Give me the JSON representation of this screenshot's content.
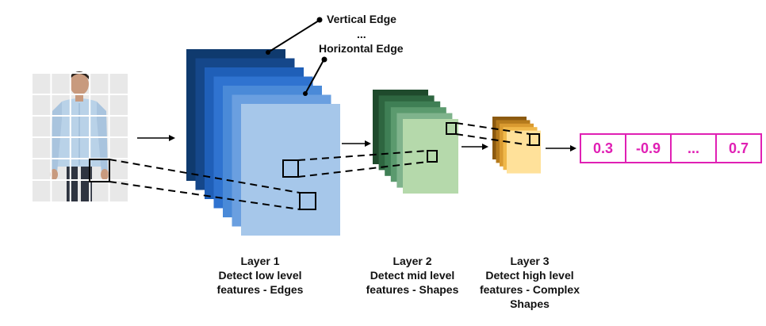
{
  "edge_labels": {
    "vertical": "Vertical Edge",
    "ellipsis": "...",
    "horizontal": "Horizontal Edge"
  },
  "layers": [
    {
      "title": "Layer 1",
      "line1": "Detect low level",
      "line2": "features - Edges",
      "line3": ""
    },
    {
      "title": "Layer 2",
      "line1": "Detect mid level",
      "line2": "features - Shapes",
      "line3": ""
    },
    {
      "title": "Layer 3",
      "line1": "Detect high level",
      "line2": "features - Complex",
      "line3": "Shapes"
    }
  ],
  "output_vector": [
    "0.3",
    "-0.9",
    "...",
    "0.7"
  ],
  "colors": {
    "layer1": [
      "#0f3a6e",
      "#15478a",
      "#1f5fb8",
      "#2f73d0",
      "#4a8ad8",
      "#6a9fe0",
      "#a6c7ea"
    ],
    "layer2": [
      "#1f4a2c",
      "#2e6640",
      "#3f7f55",
      "#5b9a6e",
      "#7fb38c",
      "#b5d9ab"
    ],
    "layer3": [
      "#8c5a10",
      "#b57a1c",
      "#d99a30",
      "#f0b84a",
      "#ffe19a"
    ],
    "vector": "#e020b4"
  }
}
